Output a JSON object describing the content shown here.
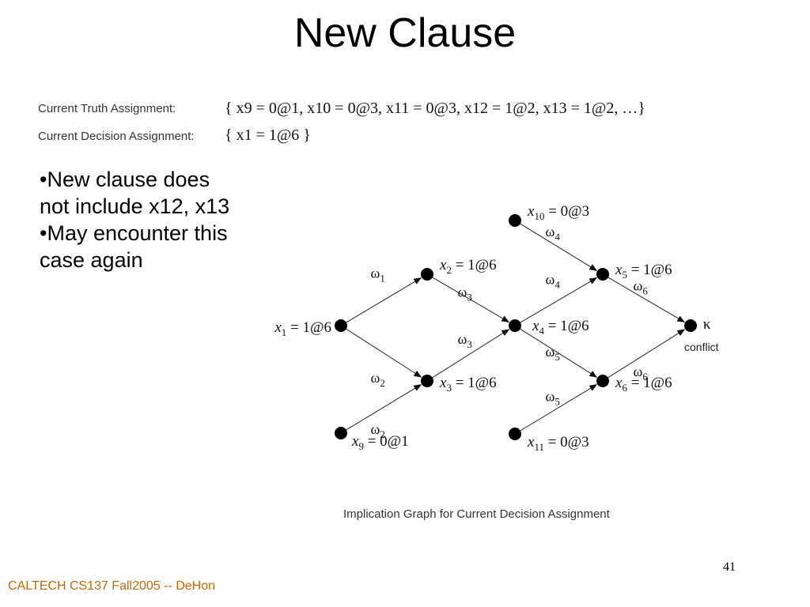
{
  "slide": {
    "title": "New Clause",
    "truth_label": "Current Truth Assignment:",
    "truth_value": "{ x9 = 0@1, x10 = 0@3, x11 = 0@3, x12 = 1@2, x13 = 1@2, …}",
    "decision_label": "Current Decision Assignment:",
    "decision_value": "{ x1 = 1@6 }",
    "bullets": [
      "•New clause does not include x12, x13",
      "•May encounter this case again"
    ],
    "caption": "Implication Graph for Current Decision Assignment",
    "page_number": "41",
    "footer": "CALTECH CS137 Fall2005 -- DeHon"
  },
  "graph": {
    "nodes": [
      {
        "id": "x1",
        "label": "x1 = 1@6"
      },
      {
        "id": "x2",
        "label": "x2 = 1@6"
      },
      {
        "id": "x3",
        "label": "x3 = 1@6"
      },
      {
        "id": "x9",
        "label": "x9 = 0@1"
      },
      {
        "id": "x4",
        "label": "x4 = 1@6"
      },
      {
        "id": "x10",
        "label": "x10 = 0@3"
      },
      {
        "id": "x11",
        "label": "x11 = 0@3"
      },
      {
        "id": "x5",
        "label": "x5 = 1@6"
      },
      {
        "id": "x6",
        "label": "x6 = 1@6"
      },
      {
        "id": "kappa",
        "label": "κ",
        "sublabel": "conflict"
      }
    ],
    "edges": [
      {
        "from": "x1",
        "to": "x2",
        "label": "ω1"
      },
      {
        "from": "x1",
        "to": "x3",
        "label": "ω2"
      },
      {
        "from": "x9",
        "to": "x3",
        "label": "ω2"
      },
      {
        "from": "x2",
        "to": "x4",
        "label": "ω3"
      },
      {
        "from": "x3",
        "to": "x4",
        "label": "ω3"
      },
      {
        "from": "x10",
        "to": "x5",
        "label": "ω4"
      },
      {
        "from": "x4",
        "to": "x5",
        "label": "ω4"
      },
      {
        "from": "x4",
        "to": "x6",
        "label": "ω5"
      },
      {
        "from": "x11",
        "to": "x6",
        "label": "ω5"
      },
      {
        "from": "x5",
        "to": "kappa",
        "label": "ω6"
      },
      {
        "from": "x6",
        "to": "kappa",
        "label": "ω6"
      }
    ]
  }
}
